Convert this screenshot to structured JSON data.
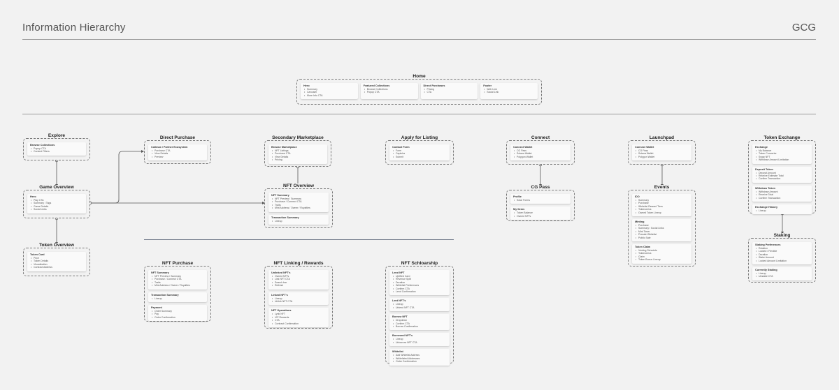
{
  "header": {
    "title": "Information Hierarchy",
    "brand": "GCG"
  },
  "nodes": {
    "home": {
      "title": "Home",
      "cards": [
        {
          "title": "Hero",
          "items": [
            "Summary",
            "Carousel",
            "More Info CTA"
          ]
        },
        {
          "title": "Featured Collections",
          "items": [
            "Browse Collections",
            "Popup CTA"
          ]
        },
        {
          "title": "Direct Purchases",
          "items": [
            "Pricing",
            "CTA"
          ]
        },
        {
          "title": "Footer",
          "items": [
            "Web Link",
            "Social Link"
          ]
        }
      ]
    },
    "explore": {
      "title": "Explore",
      "cards": [
        {
          "title": "Browse Collections",
          "items": [
            "Popup CTA",
            "Content Filters"
          ]
        }
      ]
    },
    "game_overview": {
      "title": "Game Overview",
      "cards": [
        {
          "title": "Hero",
          "items": [
            "Play CTA",
            "Summary / Tags",
            "Game Details",
            "Social Links"
          ]
        }
      ]
    },
    "token_overview": {
      "title": "Token Overview",
      "cards": [
        {
          "title": "Token Card",
          "items": [
            "Price",
            "Token Details",
            "Visualization",
            "Contract Address"
          ]
        }
      ]
    },
    "direct_purchase": {
      "title": "Direct Purchase",
      "cards": [
        {
          "title": "Collmax / Partner Ecosystem",
          "items": [
            "Purchase CTA",
            "View Details",
            "Preview"
          ]
        }
      ]
    },
    "secondary_marketplace": {
      "title": "Secondary Marketplace",
      "cards": [
        {
          "title": "Browse Marketplace",
          "items": [
            "NFT Listings",
            "Purchase CTA",
            "View Details",
            "Pricing"
          ]
        }
      ]
    },
    "nft_overview": {
      "title": "NFT Overview",
      "cards": [
        {
          "title": "NFT Summary",
          "items": [
            "NFT Preview / Summary",
            "Purchase / Connect CTA",
            "Traits",
            "Mint Address / Owner / Royalties"
          ]
        },
        {
          "title": "Transaction Summary",
          "items": [
            "Lineup"
          ]
        }
      ]
    },
    "apply_for_listing": {
      "title": "Apply for Listing",
      "cards": [
        {
          "title": "Contact Form",
          "items": [
            "Form",
            "Captcha",
            "Submit"
          ]
        }
      ]
    },
    "connect": {
      "title": "Connect",
      "cards": [
        {
          "title": "Connect Wallet",
          "items": [
            "CG Pass",
            "Solana Wallet",
            "Polygon Wallet"
          ]
        }
      ]
    },
    "cg_pass": {
      "title": "CG Pass",
      "cards": [
        {
          "title": "Profile",
          "items": [
            "Solar Forms"
          ]
        },
        {
          "title": "My Items",
          "items": [
            "Token Balance",
            "Owned NFTs"
          ]
        }
      ]
    },
    "launchpad": {
      "title": "Launchpad",
      "cards": [
        {
          "title": "Connect Wallet",
          "items": [
            "CG Pass",
            "Solana Wallet",
            "Polygon Wallet"
          ]
        }
      ]
    },
    "events": {
      "title": "Events",
      "cards": [
        {
          "title": "IDO",
          "items": [
            "Summary",
            "Purchase",
            "Whitelist Reward Tiers",
            "Tokenomics",
            "Owned Token Lineup"
          ]
        },
        {
          "title": "Minting",
          "items": [
            "Purchase",
            "Summary / Social Links",
            "Mint Timer",
            "Presale Whitelist",
            "Public Sale"
          ]
        },
        {
          "title": "Token Claim",
          "items": [
            "Vesting Schedule",
            "Tokenomics",
            "Claim",
            "Token Bonus Lineup"
          ]
        }
      ]
    },
    "token_exchange": {
      "title": "Token Exchange",
      "cards": [
        {
          "title": "Exchange",
          "items": [
            "My Balance",
            "Token Converter",
            "Swap NFT",
            "Withdraw Amount Limitation"
          ]
        },
        {
          "title": "Deposit Token",
          "items": [
            "Deposit Amount",
            "Receive Estimate Total",
            "Confirm Transaction"
          ]
        },
        {
          "title": "Withdraw Token",
          "items": [
            "Withdraw Amount",
            "Receive Total",
            "Confirm Transaction"
          ]
        },
        {
          "title": "Exchange History",
          "items": [
            "Lineup"
          ]
        }
      ]
    },
    "staking": {
      "title": "Staking",
      "cards": [
        {
          "title": "Staking Preferences",
          "items": [
            "Rotation",
            "Locked / Flexible",
            "Duration",
            "Stake Amount",
            "Locked Amount Limitation"
          ]
        },
        {
          "title": "Currently Staking",
          "items": [
            "Lineup",
            "Unstake CTA"
          ]
        }
      ]
    },
    "nft_purchase": {
      "title": "NFT Purchase",
      "cards": [
        {
          "title": "NFT Summary",
          "items": [
            "NFT Preview / Summary",
            "Purchase / Connect CTA",
            "Traits",
            "Mint Address / Owner / Royalties"
          ]
        },
        {
          "title": "Transaction Summary",
          "items": [
            "Lineup"
          ]
        },
        {
          "title": "Payment",
          "items": [
            "Order Summary",
            "Pay",
            "Order Confirmation"
          ]
        }
      ]
    },
    "nft_linking": {
      "title": "NFT Linking / Rewards",
      "cards": [
        {
          "title": "Unlinked NFT's",
          "items": [
            "Owned NFTs",
            "Link NFT CTA",
            "Search bar",
            "Refresh"
          ]
        },
        {
          "title": "Linked NFT's",
          "items": [
            "Lineup",
            "Unlink NFT CTA"
          ]
        },
        {
          "title": "NFT Operations",
          "items": [
            "Lynk NFT",
            "VIP Rewards",
            "CTA",
            "Contract Confirmation"
          ]
        }
      ]
    },
    "nft_scholarship": {
      "title": "NFT Schloarship",
      "cards": [
        {
          "title": "Lend NFT",
          "items": [
            "Uplifted Card",
            "Revenue Split",
            "Duration",
            "Whitelist Preferences",
            "Confirm CTA",
            "Lend Confirmation"
          ]
        },
        {
          "title": "Lent NFT's",
          "items": [
            "Lineup",
            "Unlend NFT CTA"
          ]
        },
        {
          "title": "Borrow NFT",
          "items": [
            "Dropdown",
            "Confirm CTA",
            "Borrow Confirmation"
          ]
        },
        {
          "title": "Borrowed NFT's",
          "items": [
            "Lineup",
            "Unborrow NFT CTA"
          ]
        },
        {
          "title": "Whitelist",
          "items": [
            "Add Whitelist Address",
            "Whitelisted Addresses",
            "Order Confirmation"
          ]
        }
      ]
    }
  }
}
